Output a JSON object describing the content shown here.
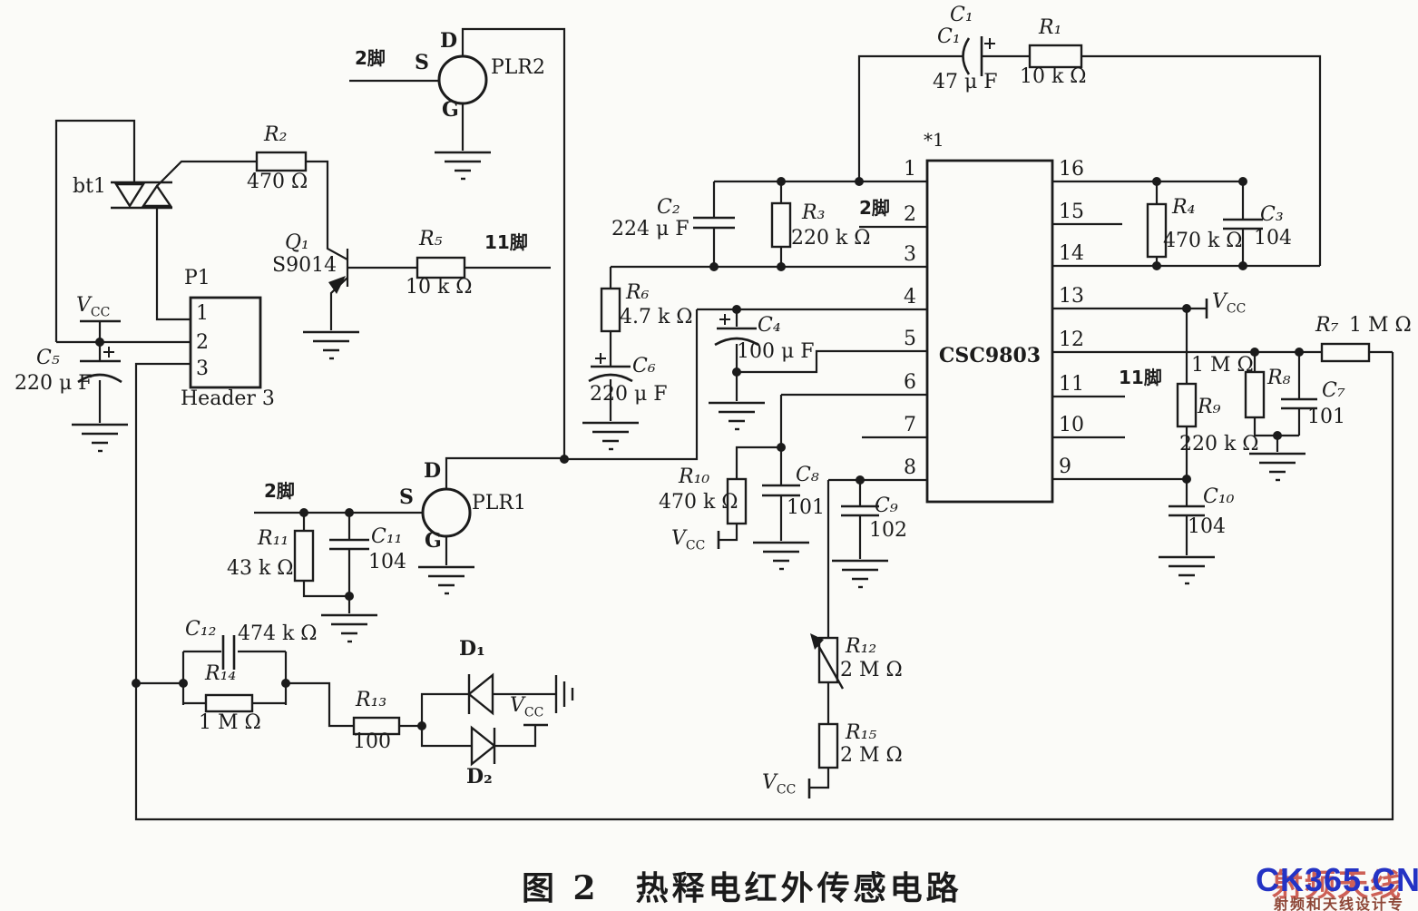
{
  "ic": {
    "part": "CSC9803",
    "note": "*1",
    "left_pins": [
      "1",
      "2",
      "3",
      "4",
      "5",
      "6",
      "7",
      "8"
    ],
    "right_pins": [
      "16",
      "15",
      "14",
      "13",
      "12",
      "11",
      "10",
      "9"
    ]
  },
  "header": {
    "ref": "P1",
    "name": "Header 3",
    "pins": [
      "1",
      "2",
      "3"
    ]
  },
  "sensors": {
    "plr1": "PLR1",
    "plr2": "PLR2",
    "terminals": {
      "d": "D",
      "s": "S",
      "g": "G"
    }
  },
  "transistor": {
    "ref": "Q₁",
    "part": "S9014"
  },
  "triac": {
    "ref": "bt1"
  },
  "components": {
    "r1": {
      "ref": "R₁",
      "value": "10 k Ω"
    },
    "r2": {
      "ref": "R₂",
      "value": "470 Ω"
    },
    "r3": {
      "ref": "R₃",
      "value": "220 k Ω"
    },
    "r4": {
      "ref": "R₄",
      "value": "470 k Ω"
    },
    "r5": {
      "ref": "R₅",
      "value": "10 k Ω"
    },
    "r6": {
      "ref": "R₆",
      "value": "4.7 k Ω"
    },
    "r7": {
      "ref": "R₇",
      "value": "1 M Ω"
    },
    "r8": {
      "ref": "R₈",
      "value": "1 M Ω"
    },
    "r9": {
      "ref": "R₉",
      "value": "220 k Ω"
    },
    "r10": {
      "ref": "R₁₀",
      "value": "470 k Ω"
    },
    "r11": {
      "ref": "R₁₁",
      "value": "43 k Ω"
    },
    "r12": {
      "ref": "R₁₂",
      "value": "2 M Ω"
    },
    "r13": {
      "ref": "R₁₃",
      "value": "100"
    },
    "r14": {
      "ref": "R₁₄",
      "value": "1 M Ω"
    },
    "r15": {
      "ref": "R₁₅",
      "value": "2 M Ω"
    },
    "c1": {
      "ref": "C₁",
      "ref_dup": "C₁",
      "value": "47 μ F"
    },
    "c2": {
      "ref": "C₂",
      "value": "224 μ F"
    },
    "c3": {
      "ref": "C₃",
      "value": "104"
    },
    "c4": {
      "ref": "C₄",
      "value": "100 μ F"
    },
    "c5": {
      "ref": "C₅",
      "value": "220 μ F"
    },
    "c6": {
      "ref": "C₆",
      "value": "220 μ F"
    },
    "c7": {
      "ref": "C₇",
      "value": "101"
    },
    "c8": {
      "ref": "C₈",
      "value": "101"
    },
    "c9": {
      "ref": "C₉",
      "value": "102"
    },
    "c10": {
      "ref": "C₁₀",
      "value": "104"
    },
    "c11": {
      "ref": "C₁₁",
      "value": "104"
    },
    "c12": {
      "ref": "C₁₂",
      "value": "474 k Ω"
    },
    "d1": {
      "ref": "D₁"
    },
    "d2": {
      "ref": "D₂"
    }
  },
  "power": {
    "vcc_base": "V",
    "vcc_sub": "CC"
  },
  "pin_tags": {
    "plr2_s": "2脚",
    "plr1_s": "2脚",
    "ic_pin2": "2脚",
    "ic_pin11": "11脚",
    "r5_out": "11脚"
  },
  "caption": "图 2　热释电红外传感电路",
  "watermark": {
    "main": "CK365.CN",
    "overlay": "射频天线网",
    "tagline": "射频和天线设计专家"
  },
  "colors": {
    "ink": "#1b1b1b",
    "paper": "#fbfbf8",
    "wm_blue": "#2433c4",
    "wm_red": "#c23a2e",
    "wm_tagline": "#8d4636"
  }
}
